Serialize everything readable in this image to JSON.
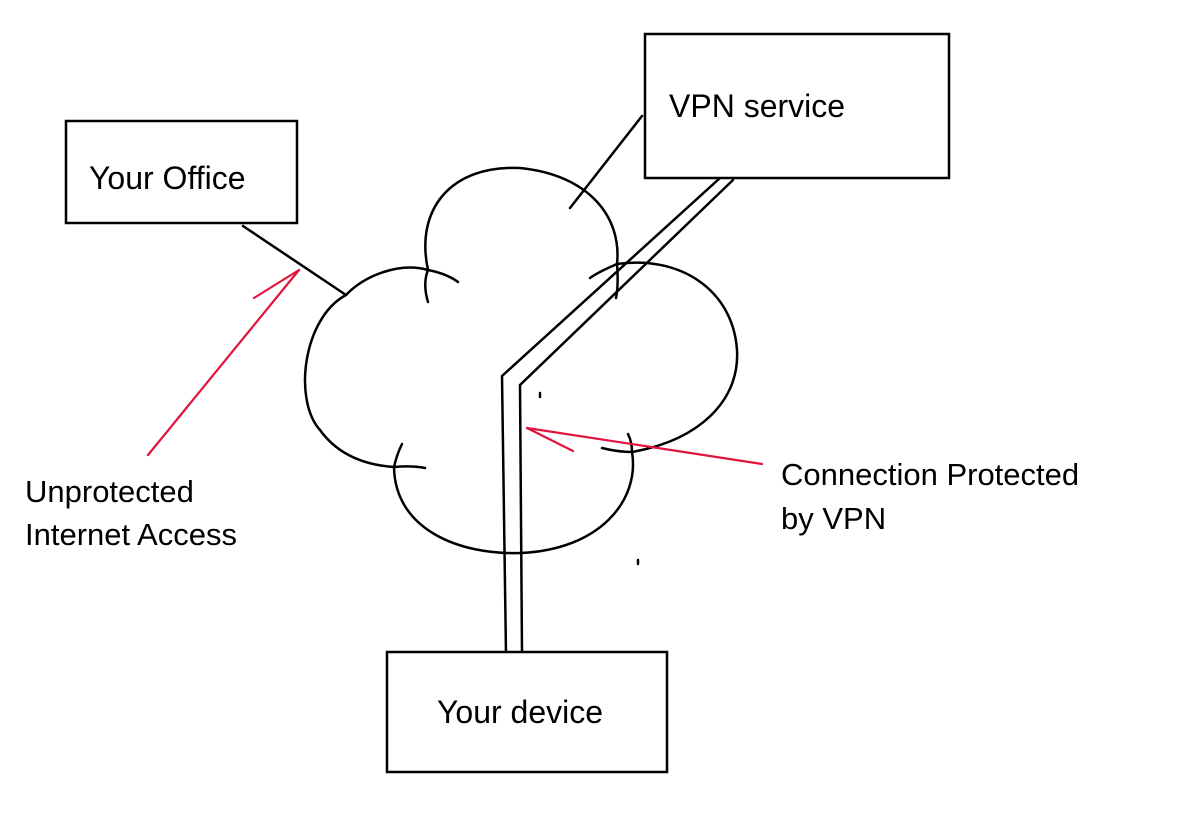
{
  "nodes": {
    "office": {
      "label": "Your Office"
    },
    "vpn_service": {
      "label": "VPN service"
    },
    "device": {
      "label": "Your device"
    }
  },
  "annotations": {
    "unprotected": {
      "line1": "Unprotected",
      "line2": "Internet Access"
    },
    "protected": {
      "line1": "Connection Protected",
      "line2": "by VPN"
    }
  },
  "colors": {
    "line": "#000000",
    "arrow": "#e0143c",
    "background": "#ffffff"
  }
}
